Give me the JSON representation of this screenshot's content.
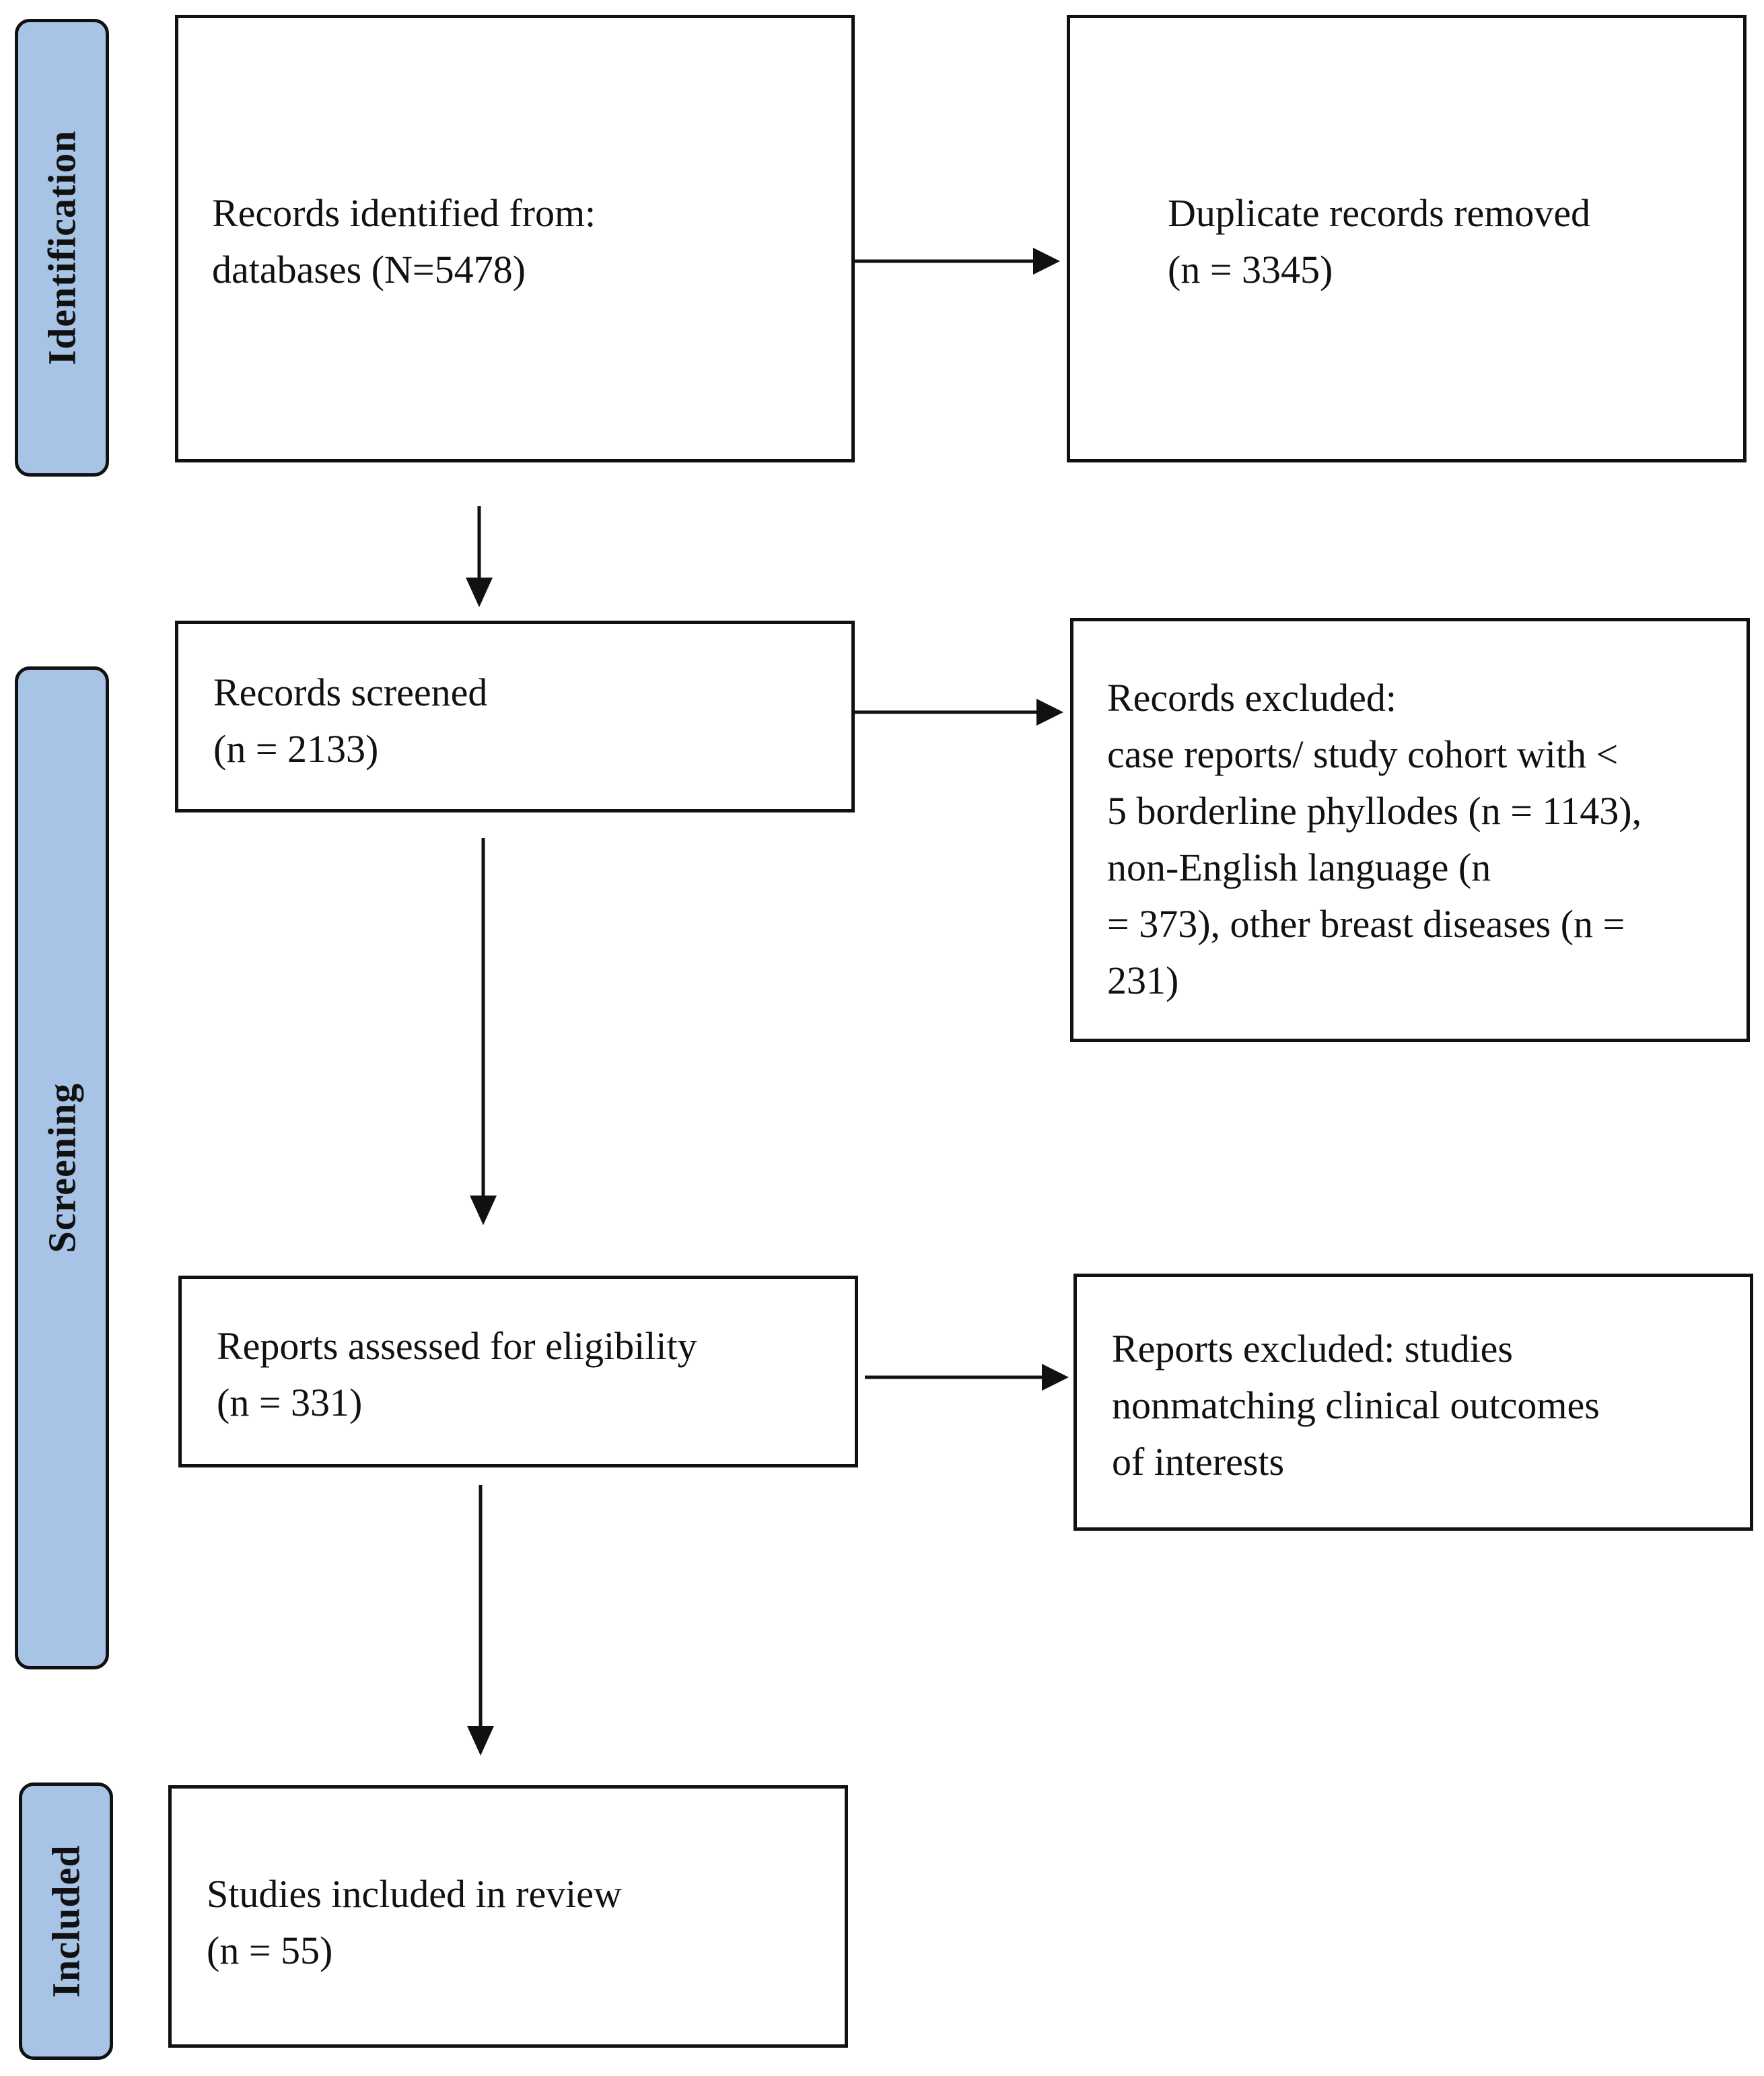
{
  "phases": {
    "identification": "Identification",
    "screening": "Screening",
    "included": "Included"
  },
  "boxes": {
    "records_identified": {
      "line1": "Records identified from:",
      "line2": "databases (N=5478)"
    },
    "duplicates_removed": {
      "line1": "Duplicate records removed",
      "line2": "(n = 3345)"
    },
    "records_screened": {
      "line1": "Records screened",
      "line2": "(n = 2133)"
    },
    "records_excluded": {
      "line1": "Records excluded:",
      "line2": "case reports/ study cohort with <",
      "line3": "5 borderline phyllodes (n = 1143),",
      "line4": "non-English language (n",
      "line5": "= 373), other breast diseases (n =",
      "line6": "231)"
    },
    "reports_assessed": {
      "line1": "Reports assessed for eligibility",
      "line2": "(n = 331)"
    },
    "reports_excluded": {
      "line1": "Reports excluded: studies",
      "line2": "nonmatching clinical outcomes",
      "line3": "of interests"
    },
    "studies_included": {
      "line1": "Studies included in review",
      "line2": "(n = 55)"
    }
  }
}
